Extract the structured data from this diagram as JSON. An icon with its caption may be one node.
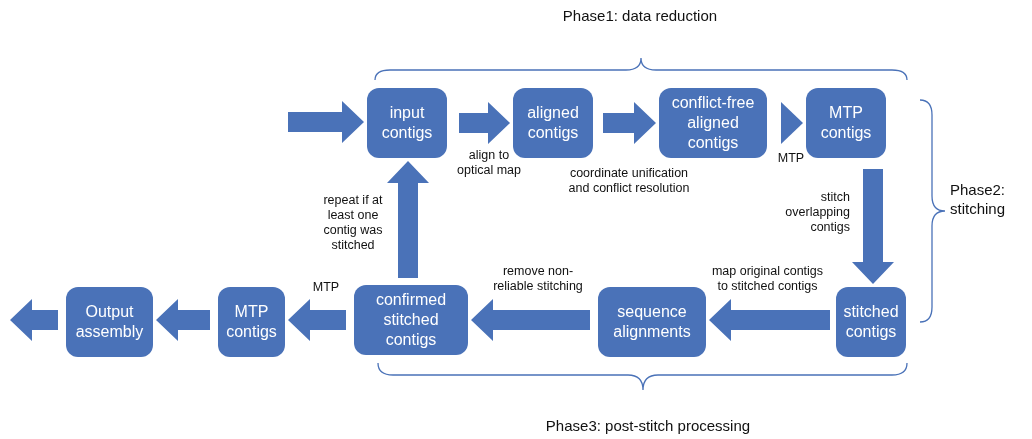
{
  "diagram": {
    "nodes": [
      {
        "text": [
          "input contigs"
        ]
      },
      {
        "text": [
          "aligned contigs"
        ]
      },
      {
        "text": [
          "conflict-free aligned contigs"
        ]
      },
      {
        "text": [
          "MTP contigs"
        ]
      },
      {
        "text": [
          "stitched contigs"
        ]
      },
      {
        "text": [
          "sequence alignments"
        ]
      },
      {
        "text": [
          "confirmed stitched contigs"
        ]
      },
      {
        "text": [
          "MTP contigs"
        ]
      },
      {
        "text": [
          "Output assembly"
        ]
      }
    ],
    "edges": [
      {
        "from": null,
        "to": 0,
        "arrow": "to"
      },
      {
        "from": 0,
        "to": 1,
        "arrow": "to",
        "label": "align to optical map"
      },
      {
        "from": 1,
        "to": 2,
        "arrow": "to",
        "label": "coordinate unification and conflict resolution"
      },
      {
        "from": 2,
        "to": 3,
        "arrow": "to",
        "label": "MTP"
      },
      {
        "from": 3,
        "to": 4,
        "arrow": "to",
        "label": "stitch overlapping contigs"
      },
      {
        "from": 4,
        "to": 5,
        "arrow": "to",
        "label": "map original contigs to stitched contigs"
      },
      {
        "from": 5,
        "to": 6,
        "arrow": "to",
        "label": "remove non-reliable stitching"
      },
      {
        "from": 6,
        "to": 0,
        "arrow": "to",
        "label": "repeat if at least one contig was stitched"
      },
      {
        "from": 6,
        "to": 7,
        "arrow": "to",
        "label": "MTP"
      },
      {
        "from": 7,
        "to": 8,
        "arrow": "to"
      },
      {
        "from": 8,
        "to": null,
        "arrow": "to"
      }
    ],
    "labels": [
      "Phase1: data reduction",
      "Phase2: stitching",
      "Phase3: post-stitch processing"
    ]
  }
}
